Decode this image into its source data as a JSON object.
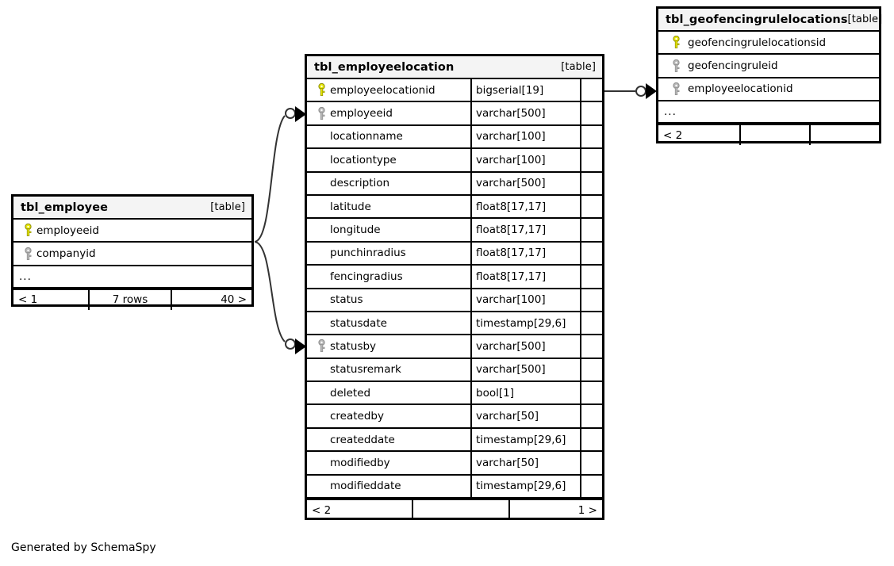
{
  "diagram": {
    "caption": "Generated by SchemaSpy",
    "table_tag": "[table]",
    "ellipsis": "...",
    "colors": {
      "primary_key": "#e8e800",
      "foreign_key": "#b0b0b0",
      "header_bg": "#f4f4f4",
      "border": "#000000",
      "connector": "#333333"
    }
  },
  "tables": {
    "employeelocation": {
      "name": "tbl_employeelocation",
      "tag": "[table]",
      "columns": [
        {
          "key": "primary",
          "name": "employeelocationid",
          "type": "bigserial[19]"
        },
        {
          "key": "foreign",
          "name": "employeeid",
          "type": "varchar[500]"
        },
        {
          "key": "none",
          "name": "locationname",
          "type": "varchar[100]"
        },
        {
          "key": "none",
          "name": "locationtype",
          "type": "varchar[100]"
        },
        {
          "key": "none",
          "name": "description",
          "type": "varchar[500]"
        },
        {
          "key": "none",
          "name": "latitude",
          "type": "float8[17,17]"
        },
        {
          "key": "none",
          "name": "longitude",
          "type": "float8[17,17]"
        },
        {
          "key": "none",
          "name": "punchinradius",
          "type": "float8[17,17]"
        },
        {
          "key": "none",
          "name": "fencingradius",
          "type": "float8[17,17]"
        },
        {
          "key": "none",
          "name": "status",
          "type": "varchar[100]"
        },
        {
          "key": "none",
          "name": "statusdate",
          "type": "timestamp[29,6]"
        },
        {
          "key": "foreign",
          "name": "statusby",
          "type": "varchar[500]"
        },
        {
          "key": "none",
          "name": "statusremark",
          "type": "varchar[500]"
        },
        {
          "key": "none",
          "name": "deleted",
          "type": "bool[1]"
        },
        {
          "key": "none",
          "name": "createdby",
          "type": "varchar[50]"
        },
        {
          "key": "none",
          "name": "createddate",
          "type": "timestamp[29,6]"
        },
        {
          "key": "none",
          "name": "modifiedby",
          "type": "varchar[50]"
        },
        {
          "key": "none",
          "name": "modifieddate",
          "type": "timestamp[29,6]"
        }
      ],
      "footer": {
        "left": "< 2",
        "center": "",
        "right": "1 >"
      }
    },
    "employee": {
      "name": "tbl_employee",
      "tag": "[table]",
      "columns": [
        {
          "key": "primary",
          "name": "employeeid",
          "type": ""
        },
        {
          "key": "foreign",
          "name": "companyid",
          "type": ""
        }
      ],
      "has_ellipsis": true,
      "footer": {
        "left": "< 1",
        "center": "7 rows",
        "right": "40 >"
      }
    },
    "geofencingrulelocations": {
      "name": "tbl_geofencingrulelocations",
      "tag": "[table]",
      "columns": [
        {
          "key": "primary",
          "name": "geofencingrulelocationsid",
          "type": ""
        },
        {
          "key": "foreign",
          "name": "geofencingruleid",
          "type": ""
        },
        {
          "key": "foreign",
          "name": "employeelocationid",
          "type": ""
        }
      ],
      "has_ellipsis": true,
      "footer": {
        "left": "< 2",
        "center": "",
        "right": ""
      }
    }
  },
  "relationships": [
    {
      "id": "employee-to-employeeid",
      "from_table": "tbl_employee",
      "from_column": "employeeid",
      "to_table": "tbl_employeelocation",
      "to_column": "employeeid"
    },
    {
      "id": "employee-to-statusby",
      "from_table": "tbl_employee",
      "from_column": "employeeid",
      "to_table": "tbl_employeelocation",
      "to_column": "statusby"
    },
    {
      "id": "employeelocation-to-geofencing",
      "from_table": "tbl_employeelocation",
      "from_column": "employeelocationid",
      "to_table": "tbl_geofencingrulelocations",
      "to_column": "employeelocationid"
    }
  ]
}
